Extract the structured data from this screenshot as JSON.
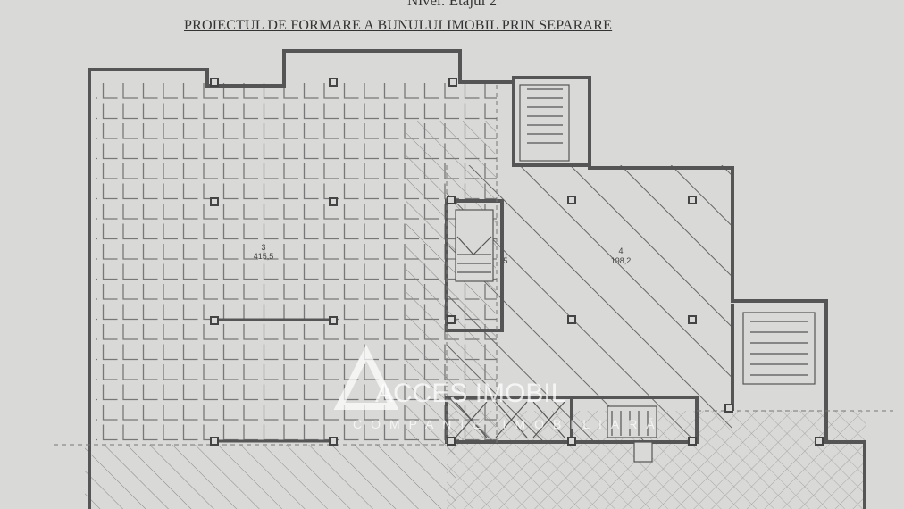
{
  "header": {
    "level": "Nivel: Etajul 2",
    "title": "PROIECTUL DE FORMARE A BUNULUI IMOBIL PRIN SEPARARE"
  },
  "rooms": [
    {
      "number": "3",
      "area": "415,5"
    },
    {
      "number": "4",
      "area": "198,2"
    },
    {
      "number": "5"
    }
  ],
  "watermark": {
    "brand": "ACCES IMOBIL",
    "tagline": "COMPANIE IMOBILIARĂ"
  },
  "colors": {
    "paper": "#d9d9d7",
    "lines": "#555555"
  }
}
